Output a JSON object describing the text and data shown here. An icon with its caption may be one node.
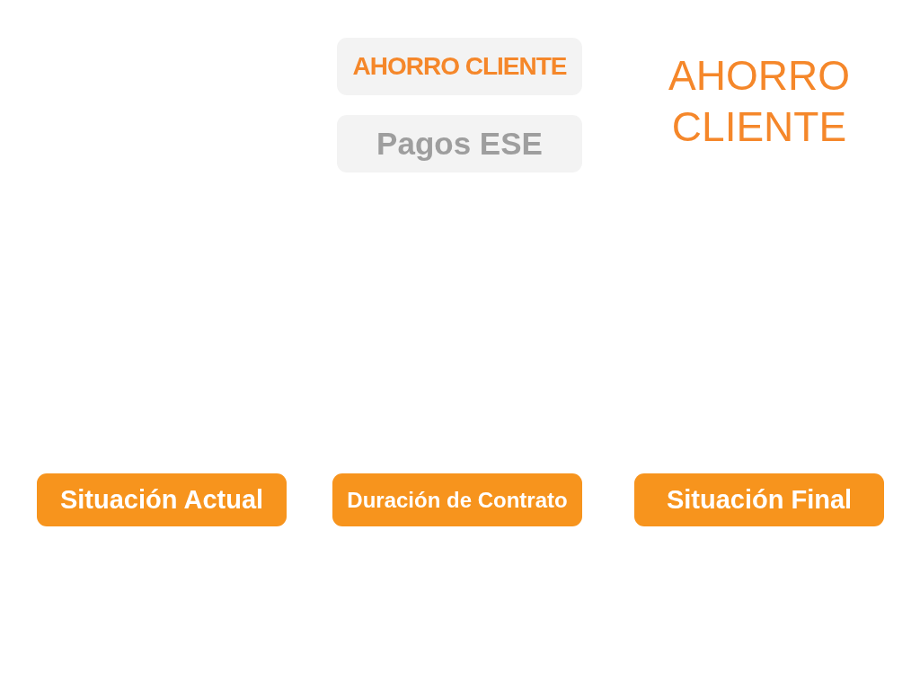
{
  "diagram": {
    "nodes": [
      {
        "text": [
          "AHORRO CLIENTE"
        ]
      },
      {
        "text": [
          "Pagos ESE"
        ]
      },
      {
        "text": [
          "Situación Actual"
        ]
      },
      {
        "text": [
          "Duración de Contrato"
        ]
      },
      {
        "text": [
          "Situación Final"
        ]
      }
    ],
    "edges": [],
    "labels": [
      "AHORRO CLIENTE"
    ]
  }
}
